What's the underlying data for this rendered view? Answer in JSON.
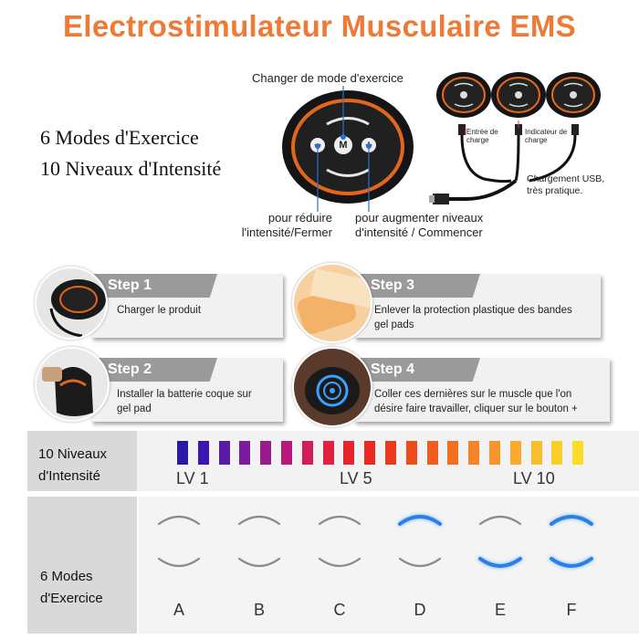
{
  "title": "Electrostimulateur Musculaire EMS",
  "top": {
    "modes_text": "6 Modes d'Exercice",
    "levels_text": "10 Niveaux d'Intensité",
    "callout_mode": "Changer de mode d'exercice",
    "callout_minus": [
      "pour réduire",
      "l'intensité/Fermer"
    ],
    "callout_plus": [
      "pour augmenter niveaux",
      "d'intensité /  Commencer"
    ],
    "device_buttons": {
      "minus": "−",
      "mode": "M",
      "plus": "+"
    },
    "charge_in": [
      "Entrée de",
      "charge"
    ],
    "charge_ind": [
      "Indicateur de",
      "charge"
    ],
    "usb_text": [
      "Chargement USB,",
      "très pratique."
    ]
  },
  "steps": [
    {
      "head": "Step 1",
      "text": [
        "Charger le produit"
      ]
    },
    {
      "head": "Step 3",
      "text": [
        "Enlever la protection plastique des bandes",
        "gel pads"
      ]
    },
    {
      "head": "Step 2",
      "text": [
        "Installer la batterie coque sur",
        "gel pad"
      ]
    },
    {
      "head": "Step 4",
      "text": [
        "Coller ces dernières sur le muscle que l'on",
        "désire faire travailler, cliquer sur le bouton +"
      ]
    }
  ],
  "intensity": {
    "label": [
      "10 Niveaux",
      "d'Intensité"
    ],
    "levels": [
      "LV 1",
      "LV 5",
      "LV 10"
    ],
    "bar_colors": [
      "#2a1aa8",
      "#3a18b0",
      "#5a1aa8",
      "#7a1aa0",
      "#9a1a90",
      "#b8187a",
      "#d01e5a",
      "#e0203c",
      "#e8232a",
      "#ea2a20",
      "#ec3a1c",
      "#ee4c1c",
      "#f05e1e",
      "#f27020",
      "#f48424",
      "#f69628",
      "#f8aa2c",
      "#f9be2c",
      "#facf2a",
      "#fbdd28"
    ]
  },
  "modes": {
    "label": [
      "6 Modes",
      "d'Exercice"
    ],
    "letters": [
      "A",
      "B",
      "C",
      "D",
      "E",
      "F"
    ],
    "top_active": [
      false,
      false,
      false,
      true,
      false,
      true
    ],
    "bottom_active": [
      false,
      false,
      false,
      false,
      true,
      true
    ]
  }
}
